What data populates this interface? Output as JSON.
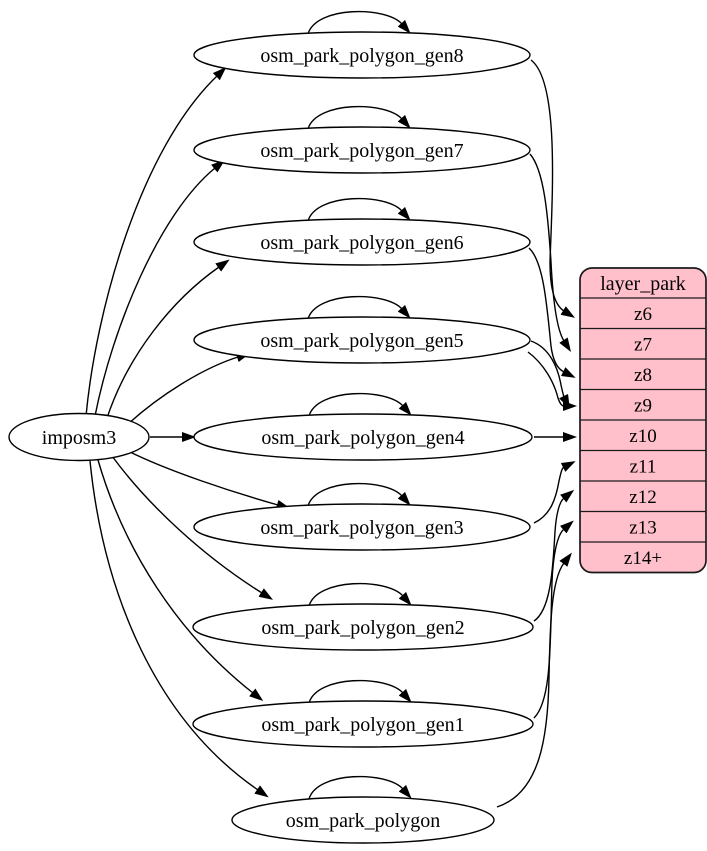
{
  "diagram": {
    "kind": "etl-graph",
    "colors": {
      "background": "#ffffff",
      "edge": "#000000",
      "node_fill": "#ffffff",
      "node_stroke": "#000000",
      "layer_table_fill": "#ffc0cb",
      "layer_table_stroke": "#1a1a1a"
    },
    "source_node": {
      "id": "imposm3",
      "label": "imposm3"
    },
    "tables": [
      {
        "id": "osm_park_polygon_gen8",
        "label": "osm_park_polygon_gen8"
      },
      {
        "id": "osm_park_polygon_gen7",
        "label": "osm_park_polygon_gen7"
      },
      {
        "id": "osm_park_polygon_gen6",
        "label": "osm_park_polygon_gen6"
      },
      {
        "id": "osm_park_polygon_gen5",
        "label": "osm_park_polygon_gen5"
      },
      {
        "id": "osm_park_polygon_gen4",
        "label": "osm_park_polygon_gen4"
      },
      {
        "id": "osm_park_polygon_gen3",
        "label": "osm_park_polygon_gen3"
      },
      {
        "id": "osm_park_polygon_gen2",
        "label": "osm_park_polygon_gen2"
      },
      {
        "id": "osm_park_polygon_gen1",
        "label": "osm_park_polygon_gen1"
      },
      {
        "id": "osm_park_polygon",
        "label": "osm_park_polygon"
      }
    ],
    "layer_table": {
      "id": "layer_park",
      "title": "layer_park",
      "rows": [
        "z6",
        "z7",
        "z8",
        "z9",
        "z10",
        "z11",
        "z12",
        "z13",
        "z14+"
      ]
    },
    "edges": [
      {
        "from": "imposm3",
        "to": "osm_park_polygon_gen8"
      },
      {
        "from": "imposm3",
        "to": "osm_park_polygon_gen7"
      },
      {
        "from": "imposm3",
        "to": "osm_park_polygon_gen6"
      },
      {
        "from": "imposm3",
        "to": "osm_park_polygon_gen5"
      },
      {
        "from": "imposm3",
        "to": "osm_park_polygon_gen4"
      },
      {
        "from": "imposm3",
        "to": "osm_park_polygon_gen3"
      },
      {
        "from": "imposm3",
        "to": "osm_park_polygon_gen2"
      },
      {
        "from": "imposm3",
        "to": "osm_park_polygon_gen1"
      },
      {
        "from": "imposm3",
        "to": "osm_park_polygon"
      },
      {
        "from": "osm_park_polygon_gen8",
        "to": "osm_park_polygon_gen8",
        "type": "self"
      },
      {
        "from": "osm_park_polygon_gen7",
        "to": "osm_park_polygon_gen7",
        "type": "self"
      },
      {
        "from": "osm_park_polygon_gen6",
        "to": "osm_park_polygon_gen6",
        "type": "self"
      },
      {
        "from": "osm_park_polygon_gen5",
        "to": "osm_park_polygon_gen5",
        "type": "self"
      },
      {
        "from": "osm_park_polygon_gen4",
        "to": "osm_park_polygon_gen4",
        "type": "self"
      },
      {
        "from": "osm_park_polygon_gen3",
        "to": "osm_park_polygon_gen3",
        "type": "self"
      },
      {
        "from": "osm_park_polygon_gen2",
        "to": "osm_park_polygon_gen2",
        "type": "self"
      },
      {
        "from": "osm_park_polygon_gen1",
        "to": "osm_park_polygon_gen1",
        "type": "self"
      },
      {
        "from": "osm_park_polygon",
        "to": "osm_park_polygon",
        "type": "self"
      },
      {
        "from": "osm_park_polygon_gen8",
        "to": "layer_park",
        "row": "z6"
      },
      {
        "from": "osm_park_polygon_gen7",
        "to": "layer_park",
        "row": "z7"
      },
      {
        "from": "osm_park_polygon_gen6",
        "to": "layer_park",
        "row": "z8"
      },
      {
        "from": "osm_park_polygon_gen5",
        "to": "layer_park",
        "row": "z9"
      },
      {
        "from": "osm_park_polygon_gen5",
        "to": "layer_park",
        "row": "z9"
      },
      {
        "from": "osm_park_polygon_gen4",
        "to": "layer_park",
        "row": "z10"
      },
      {
        "from": "osm_park_polygon_gen3",
        "to": "layer_park",
        "row": "z11"
      },
      {
        "from": "osm_park_polygon_gen2",
        "to": "layer_park",
        "row": "z12"
      },
      {
        "from": "osm_park_polygon_gen1",
        "to": "layer_park",
        "row": "z13"
      },
      {
        "from": "osm_park_polygon",
        "to": "layer_park",
        "row": "z14+"
      }
    ]
  }
}
